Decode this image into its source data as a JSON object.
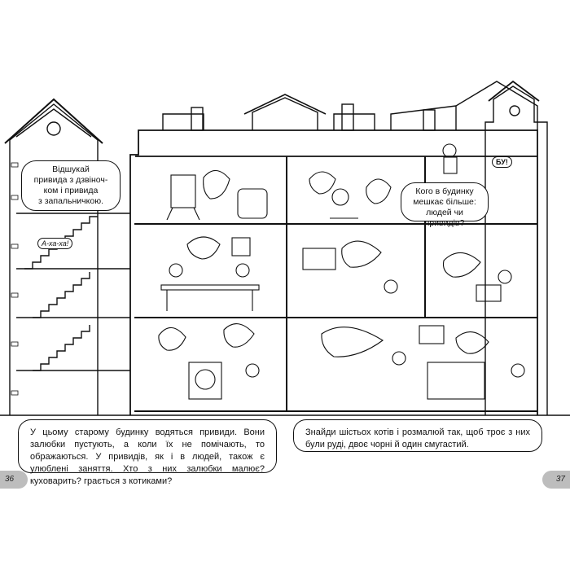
{
  "bubbles": {
    "find_ghosts": "Відшукай\nпривида з дзвіноч-\nком і привида\nз запальничкою.",
    "who_more": "Кого в будинку\nмешкає більше:\nлюдей чи привидів?",
    "aha": "А-ха-ха!",
    "boo": "БУ!"
  },
  "text": {
    "left": "У цьому старому будинку водяться привиди. Вони залюбки пустують, а коли їх не помічають, то ображаються. У привидів, як і в людей, також є улюблені заняття. Хто з них залюбки малює? куховарить? грається з котиками?",
    "right": "Знайди шістьох котів і розмалюй так, щоб троє з них були руді, двоє чорні й один смугастий."
  },
  "pages": {
    "left": "36",
    "right": "37"
  }
}
